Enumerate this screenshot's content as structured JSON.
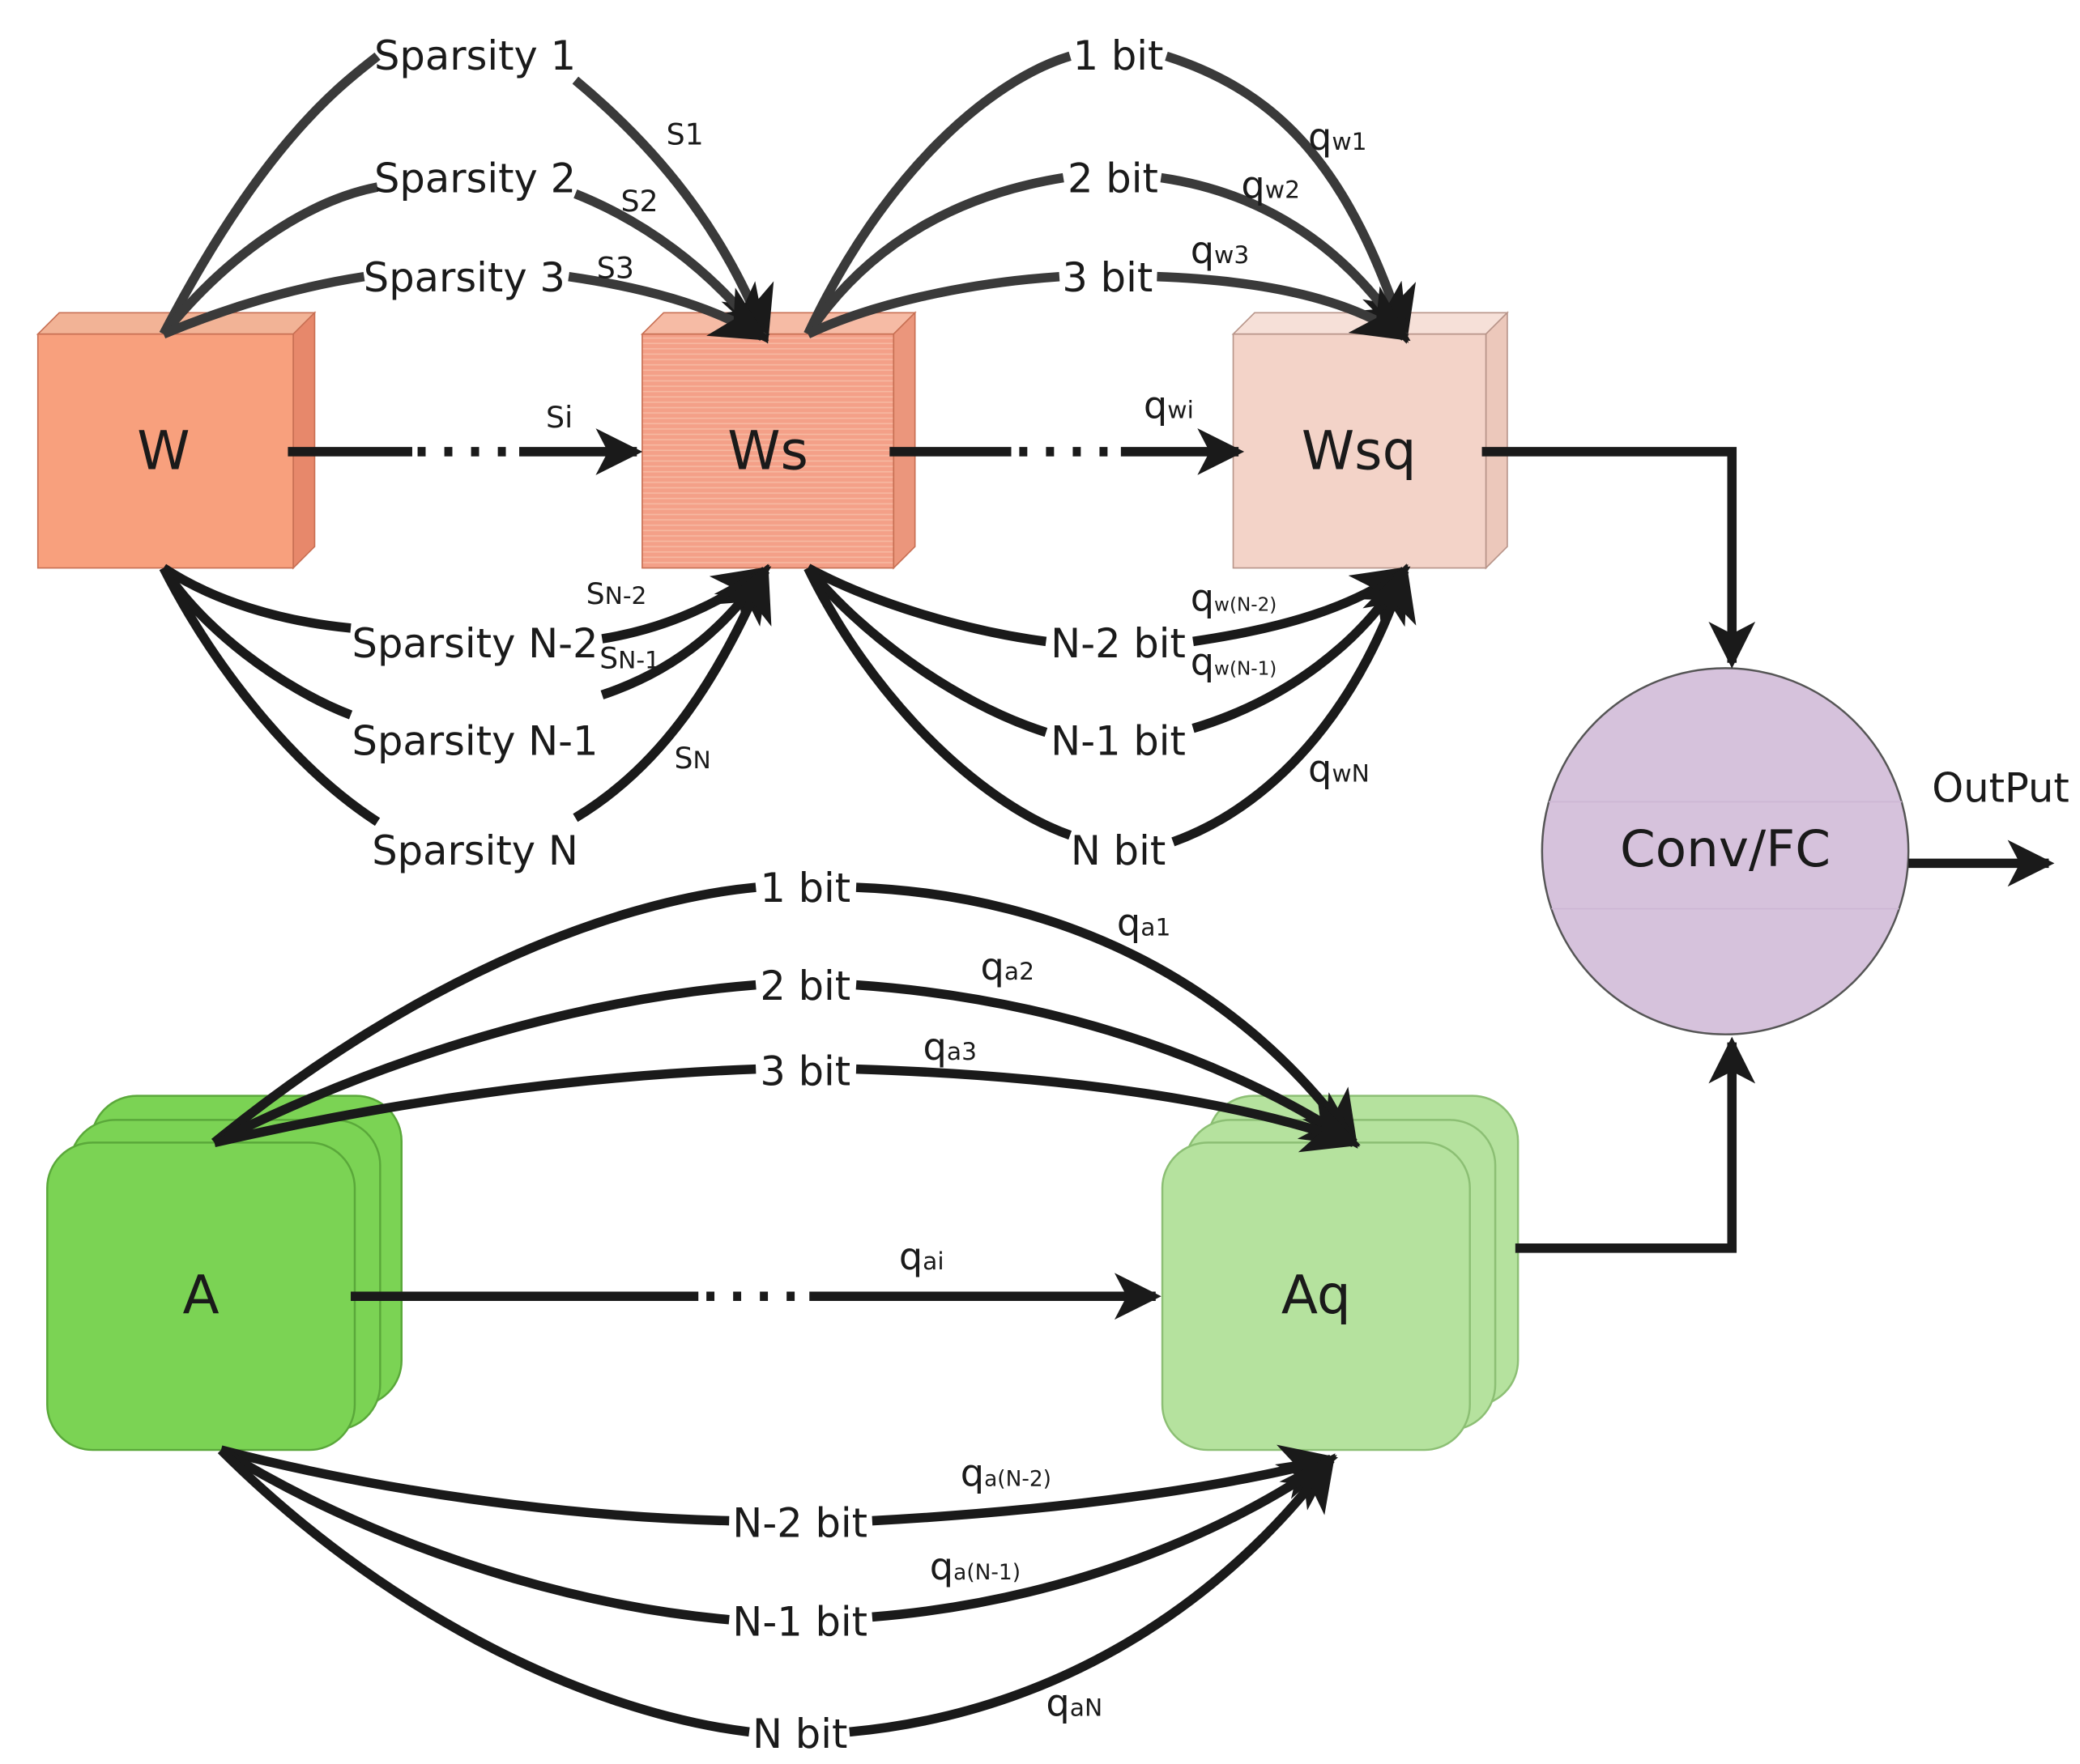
{
  "nodes": {
    "w": {
      "label": "W"
    },
    "ws": {
      "label": "Ws"
    },
    "wsq": {
      "label": "Wsq"
    },
    "a": {
      "label": "A"
    },
    "aq": {
      "label": "Aq"
    },
    "conv": {
      "label": "Conv/FC"
    }
  },
  "output_label": "OutPut",
  "sparsity": {
    "upper": [
      {
        "label": "Sparsity 1",
        "sym": "S",
        "sub": "1"
      },
      {
        "label": "Sparsity 2",
        "sym": "S",
        "sub": "2"
      },
      {
        "label": "Sparsity 3",
        "sym": "S",
        "sub": "3"
      }
    ],
    "middle": {
      "sym": "S",
      "sub": "i"
    },
    "lower": [
      {
        "label": "Sparsity N-2",
        "sym": "S",
        "sub": "N-2"
      },
      {
        "label": "Sparsity N-1",
        "sym": "S",
        "sub": "N-1"
      },
      {
        "label": "Sparsity N",
        "sym": "S",
        "sub": "N"
      }
    ]
  },
  "weight_quant": {
    "upper": [
      {
        "label": "1 bit",
        "sym": "q",
        "sub": "w1"
      },
      {
        "label": "2 bit",
        "sym": "q",
        "sub": "w2"
      },
      {
        "label": "3 bit",
        "sym": "q",
        "sub": "w3"
      }
    ],
    "middle": {
      "sym": "q",
      "sub": "wi"
    },
    "lower": [
      {
        "label": "N-2 bit",
        "sym": "q",
        "sub": "w(N-2)"
      },
      {
        "label": "N-1 bit",
        "sym": "q",
        "sub": "w(N-1)"
      },
      {
        "label": "N bit",
        "sym": "q",
        "sub": "wN"
      }
    ]
  },
  "act_quant": {
    "upper": [
      {
        "label": "1 bit",
        "sym": "q",
        "sub": "a1"
      },
      {
        "label": "2 bit",
        "sym": "q",
        "sub": "a2"
      },
      {
        "label": "3 bit",
        "sym": "q",
        "sub": "a3"
      }
    ],
    "middle": {
      "sym": "q",
      "sub": "ai"
    },
    "lower": [
      {
        "label": "N-2 bit",
        "sym": "q",
        "sub": "a(N-2)"
      },
      {
        "label": "N-1 bit",
        "sym": "q",
        "sub": "a(N-1)"
      },
      {
        "label": "N bit",
        "sym": "q",
        "sub": "aN"
      }
    ]
  },
  "colors": {
    "w_front": "#f8a07d",
    "w_side": "#f0967a",
    "ws_front": "#f4a088",
    "wsq_front": "#f3d3c8",
    "a_front": "#7bd354",
    "aq_front": "#b5e29e",
    "conv_fill": "#d6c2dc",
    "edge": "#1a1a1a"
  }
}
